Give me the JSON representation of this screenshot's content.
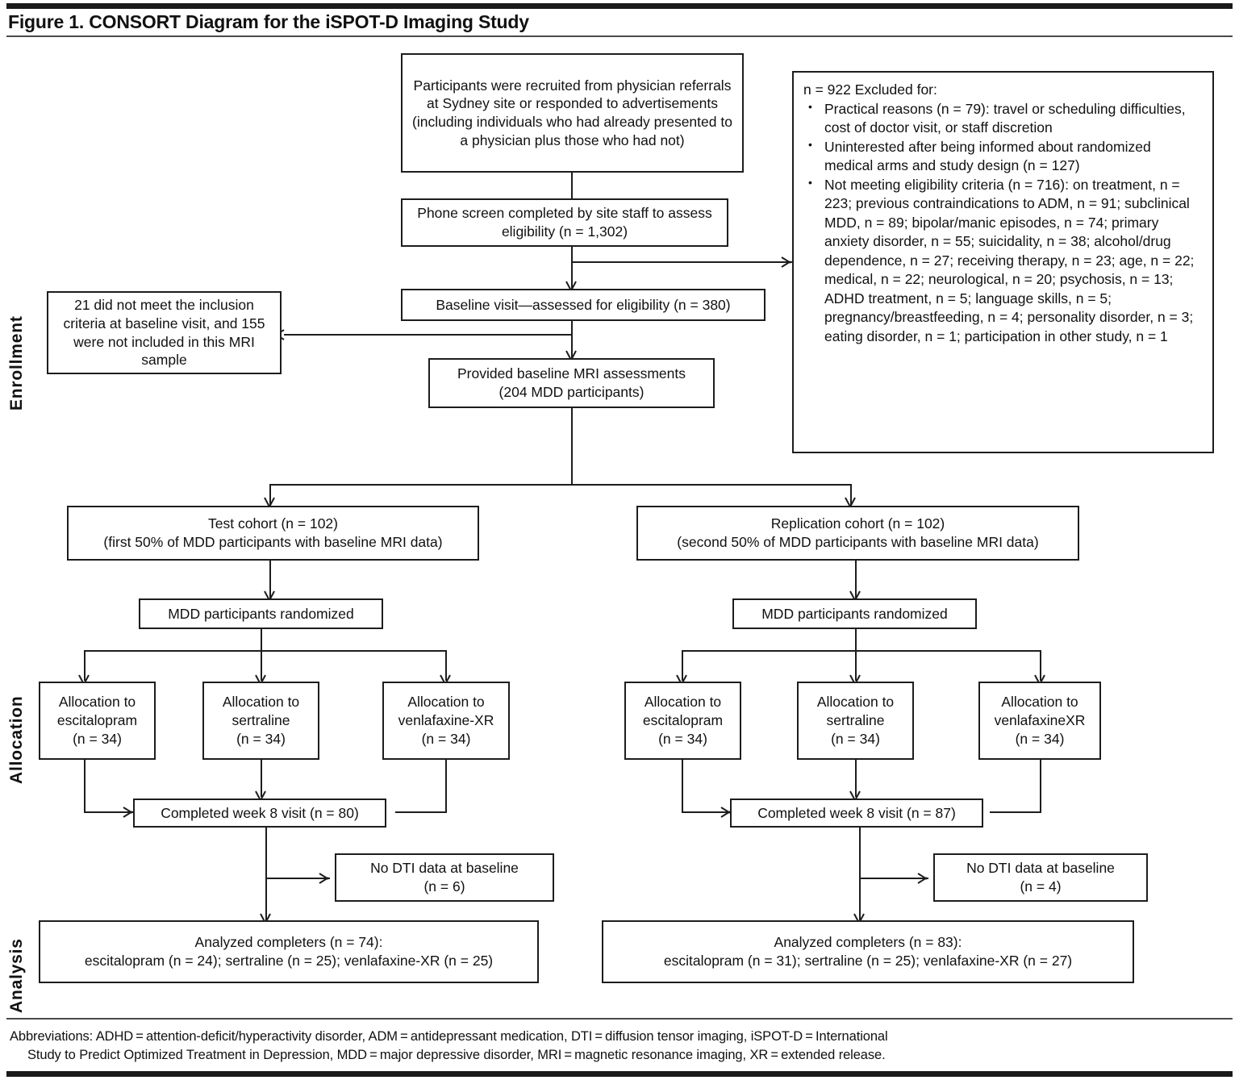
{
  "figure": {
    "title": "Figure 1. CONSORT Diagram for the iSPOT-D Imaging Study"
  },
  "section_labels": {
    "enrollment": "Enrollment",
    "allocation": "Allocation",
    "analysis": "Analysis"
  },
  "nodes": {
    "recruitment": "Participants were recruited from physician referrals at Sydney site or responded to advertisements (including individuals who had already presented to a physician plus those who had not)",
    "phone_screen": "Phone screen completed by site staff to assess eligibility (n =  1,302)",
    "baseline_visit": "Baseline visit—assessed for eligibility (n = 380)",
    "not_included": "21 did not meet the inclusion criteria at baseline visit, and 155 were not included in this MRI sample",
    "provided_mri_l1": "Provided baseline MRI assessments",
    "provided_mri_l2": "(204 MDD participants)",
    "test_cohort_l1": "Test cohort (n = 102)",
    "test_cohort_l2": "(first 50% of MDD participants with baseline MRI data)",
    "replication_cohort_l1": "Replication cohort (n = 102)",
    "replication_cohort_l2": "(second 50% of MDD participants with baseline MRI data)",
    "randomized_left": "MDD participants randomized",
    "randomized_right": "MDD participants randomized",
    "alloc_left": [
      {
        "l1": "Allocation to",
        "l2": "escitalopram",
        "l3": "(n = 34)"
      },
      {
        "l1": "Allocation to",
        "l2": "sertraline",
        "l3": "(n = 34)"
      },
      {
        "l1": "Allocation to",
        "l2": "venlafaxine-XR",
        "l3": "(n = 34)"
      }
    ],
    "alloc_right": [
      {
        "l1": "Allocation to",
        "l2": "escitalopram",
        "l3": "(n = 34)"
      },
      {
        "l1": "Allocation to",
        "l2": "sertraline",
        "l3": "(n = 34)"
      },
      {
        "l1": "Allocation to",
        "l2": "venlafaxineXR",
        "l3": "(n = 34)"
      }
    ],
    "week8_left": "Completed week 8 visit (n = 80)",
    "week8_right": "Completed week 8 visit (n = 87)",
    "nodti_left_l1": "No DTI data at baseline",
    "nodti_left_l2": "(n = 6)",
    "nodti_right_l1": "No DTI data at baseline",
    "nodti_right_l2": "(n = 4)",
    "analysis_left_l1": "Analyzed completers (n = 74):",
    "analysis_left_l2": "escitalopram (n = 24); sertraline (n = 25); venlafaxine-XR (n = 25)",
    "analysis_right_l1": "Analyzed completers (n = 83):",
    "analysis_right_l2": "escitalopram (n = 31);  sertraline (n = 25); venlafaxine-XR (n = 27)"
  },
  "excluded": {
    "heading": "n = 922 Excluded for:",
    "items": [
      "Practical reasons (n = 79): travel or scheduling difficulties, cost of doctor visit, or staff discretion",
      "Uninterested after being informed about randomized medical arms and study design (n = 127)",
      "Not meeting eligibility criteria  (n = 716): on treatment, n = 223; previous contraindications to ADM, n = 91; subclinical MDD, n = 89; bipolar/manic episodes, n = 74; primary anxiety disorder, n = 55; suicidality, n = 38; alcohol/drug dependence, n = 27; receiving therapy, n = 23; age, n = 22; medical, n = 22; neurological, n = 20; psychosis, n = 13; ADHD treatment, n = 5; language skills, n = 5; pregnancy/breastfeeding, n = 4; personality disorder, n = 3; eating disorder, n = 1; participation in other study, n = 1"
    ]
  },
  "footnote": {
    "line1": "Abbreviations: ADHD = attention-deficit/hyperactivity disorder, ADM = antidepressant medication, DTI = diffusion tensor imaging, iSPOT-D = International",
    "line2": "Study to Predict Optimized Treatment in Depression, MDD = major depressive disorder, MRI = magnetic resonance imaging, XR = extended release."
  },
  "colors": {
    "ink": "#1d1d1d",
    "background": "#ffffff",
    "rule": "#1a1a1a"
  }
}
